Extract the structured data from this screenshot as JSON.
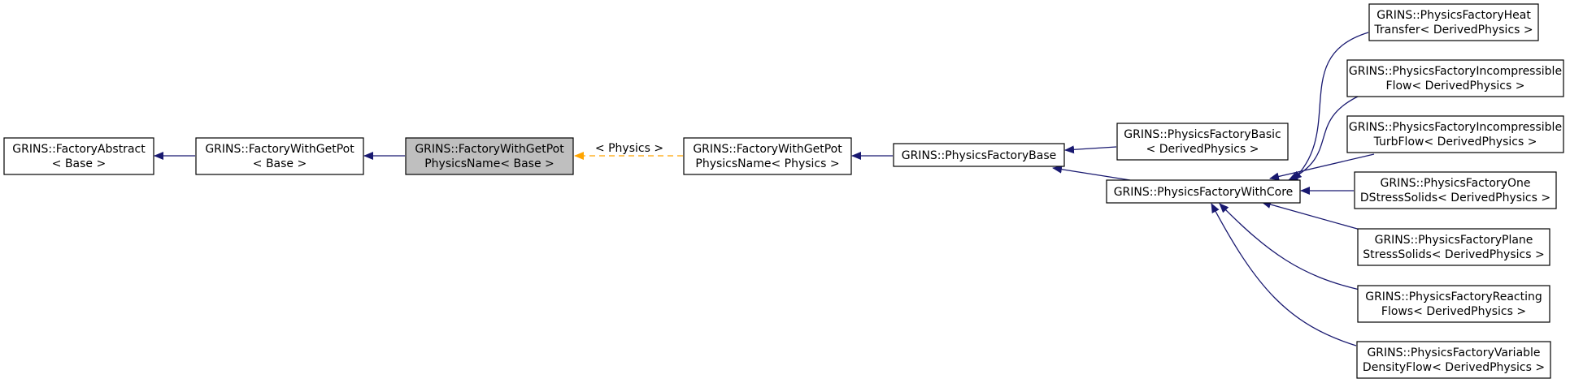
{
  "colors": {
    "inheritance_edge": "#191970",
    "template_edge": "#ffa500",
    "current_node_fill": "#bfbfbf",
    "node_fill": "#ffffff",
    "node_border": "#000000"
  },
  "nodes": {
    "factory_abstract": {
      "line1": "GRINS::FactoryAbstract",
      "line2": "< Base >"
    },
    "factory_with_getpot": {
      "line1": "GRINS::FactoryWithGetPot",
      "line2": "< Base >"
    },
    "factory_with_getpot_physics_name_base": {
      "line1": "GRINS::FactoryWithGetPot",
      "line2": "PhysicsName< Base >"
    },
    "factory_with_getpot_physics_name_physics": {
      "line1": "GRINS::FactoryWithGetPot",
      "line2": "PhysicsName< Physics >"
    },
    "physics_factory_base": {
      "line1": "GRINS::PhysicsFactoryBase"
    },
    "physics_factory_basic": {
      "line1": "GRINS::PhysicsFactoryBasic",
      "line2": "< DerivedPhysics >"
    },
    "physics_factory_with_core": {
      "line1": "GRINS::PhysicsFactoryWithCore"
    },
    "physics_factory_heat_transfer": {
      "line1": "GRINS::PhysicsFactoryHeat",
      "line2": "Transfer< DerivedPhysics >"
    },
    "physics_factory_incompressible_flow": {
      "line1": "GRINS::PhysicsFactoryIncompressible",
      "line2": "Flow< DerivedPhysics >"
    },
    "physics_factory_incompressible_turb_flow": {
      "line1": "GRINS::PhysicsFactoryIncompressible",
      "line2": "TurbFlow< DerivedPhysics >"
    },
    "physics_factory_one_d_stress_solids": {
      "line1": "GRINS::PhysicsFactoryOne",
      "line2": "DStressSolids< DerivedPhysics >"
    },
    "physics_factory_plane_stress_solids": {
      "line1": "GRINS::PhysicsFactoryPlane",
      "line2": "StressSolids< DerivedPhysics >"
    },
    "physics_factory_reacting_flows": {
      "line1": "GRINS::PhysicsFactoryReacting",
      "line2": "Flows< DerivedPhysics >"
    },
    "physics_factory_variable_density_flow": {
      "line1": "GRINS::PhysicsFactoryVariable",
      "line2": "DensityFlow< DerivedPhysics >"
    }
  },
  "edge_labels": {
    "template_instantiation": "< Physics >"
  }
}
